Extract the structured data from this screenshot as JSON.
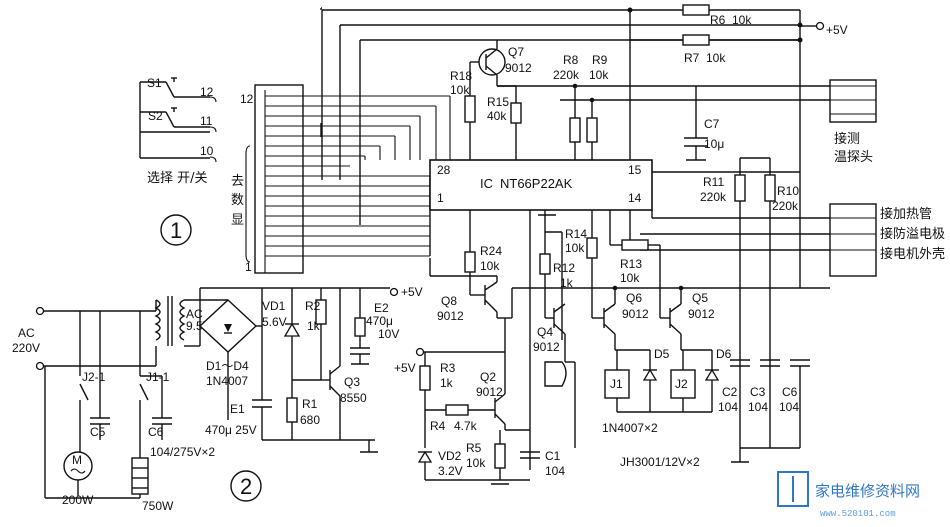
{
  "ic": {
    "name": "IC",
    "part": "NT66P22AK",
    "pin28": "28",
    "pin1": "1",
    "pin15": "15",
    "pin14": "14"
  },
  "power": {
    "vcc1": "+5V",
    "vcc2": "+5V",
    "vcc3": "+5V"
  },
  "resistors": {
    "r6": "R6",
    "r6v": "10k",
    "r7": "R7",
    "r7v": "10k",
    "r8": "R8",
    "r8v": "220k",
    "r9": "R9",
    "r9v": "10k",
    "r18": "R18",
    "r18v": "10k",
    "r15": "R15",
    "r15v": "40k",
    "r11": "R11",
    "r11v": "220k",
    "r10": "R10",
    "r10v": "220k",
    "r24": "R24",
    "r24v": "10k",
    "r14": "R14",
    "r14v": "10k",
    "r12": "R12",
    "r12v": "1k",
    "r13": "R13",
    "r13v": "10k",
    "r2": "R2",
    "r2v": "1k",
    "r1": "R1",
    "r1v": "680",
    "r3": "R3",
    "r3v": "1k",
    "r4": "R4",
    "r4v": "4.7k",
    "r5": "R5",
    "r5v": "10k"
  },
  "transistors": {
    "q7": "Q7",
    "q7v": "9012",
    "q8": "Q8",
    "q8v": "9012",
    "q4": "Q4",
    "q4v": "9012",
    "q6": "Q6",
    "q6v": "9012",
    "q5": "Q5",
    "q5v": "9012",
    "q3": "Q3",
    "q3v": "8550",
    "q2": "Q2",
    "q2v": "9012"
  },
  "capacitors": {
    "c7": "C7",
    "c7v": "10μ",
    "e2": "E2",
    "e2v": "470μ",
    "e2v2": "10V",
    "e1": "E1",
    "e1v": "470μ 25V",
    "c2": "C2",
    "c2v": "104",
    "c3": "C3",
    "c3v": "104",
    "c6r": "C6",
    "c6rv": "104",
    "c1": "C1",
    "c1v": "104",
    "c5": "C5",
    "c6l": "C6",
    "c56v": "104/275V×2"
  },
  "diodes": {
    "vd1": "VD1",
    "vd1v": "5.6V",
    "vd2": "VD2",
    "vd2v": "3.2V",
    "d1d4": "D1～D4",
    "d1d4v": "1N4007",
    "d5": "D5",
    "d6": "D6",
    "d56v": "1N4007×2"
  },
  "relays": {
    "j1": "J1",
    "j2": "J2",
    "jv": "JH3001/12V×2",
    "j21": "J2-1",
    "j11": "J1-1"
  },
  "mains": {
    "ac": "AC",
    "acv": "220V",
    "tac": "AC",
    "tacv": "9.5V",
    "m": "M",
    "mv": "200W",
    "hv": "750W"
  },
  "switches": {
    "s1": "S1",
    "s2": "S2",
    "p12": "12",
    "p11": "11",
    "p10": "10",
    "caption": "选择 开/关"
  },
  "display": {
    "bus12": "12",
    "bus1": "1",
    "label": [
      "去",
      "数",
      "显"
    ]
  },
  "connectors": {
    "probe": [
      "接测",
      "温探头"
    ],
    "outputs": [
      "接加热管",
      "接防溢电极",
      "接电机外壳"
    ]
  },
  "markers": {
    "m1": "1",
    "m2": "2"
  },
  "watermark": {
    "text": "家电维修资料网",
    "url": "www.520101.com"
  }
}
